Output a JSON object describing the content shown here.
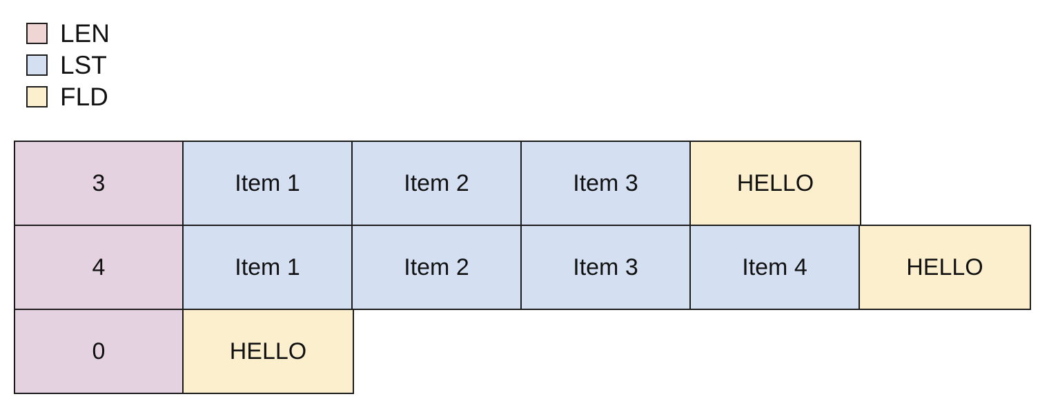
{
  "legend": {
    "items": [
      {
        "label": "LEN",
        "color": "#f0d5d5",
        "icon": "legend-swatch-icon"
      },
      {
        "label": "LST",
        "color": "#d4e0f1",
        "icon": "legend-swatch-icon"
      },
      {
        "label": "FLD",
        "color": "#fbefcd",
        "icon": "legend-swatch-icon"
      }
    ]
  },
  "colors": {
    "len_cell": "#e5d2e0",
    "lst_cell": "#d4e0f1",
    "fld_cell": "#fbefcd",
    "border": "#1a1a1a",
    "background": "#ffffff",
    "text": "#111111"
  },
  "grid": {
    "rows": [
      {
        "cells": [
          {
            "type": "LEN",
            "text": "3"
          },
          {
            "type": "LST",
            "text": "Item 1"
          },
          {
            "type": "LST",
            "text": "Item 2"
          },
          {
            "type": "LST",
            "text": "Item 3"
          },
          {
            "type": "FLD",
            "text": "HELLO"
          }
        ]
      },
      {
        "cells": [
          {
            "type": "LEN",
            "text": "4"
          },
          {
            "type": "LST",
            "text": "Item 1"
          },
          {
            "type": "LST",
            "text": "Item 2"
          },
          {
            "type": "LST",
            "text": "Item 3"
          },
          {
            "type": "LST",
            "text": "Item 4"
          },
          {
            "type": "FLD",
            "text": "HELLO"
          }
        ]
      },
      {
        "cells": [
          {
            "type": "LEN",
            "text": "0"
          },
          {
            "type": "FLD",
            "text": "HELLO"
          }
        ]
      }
    ]
  }
}
